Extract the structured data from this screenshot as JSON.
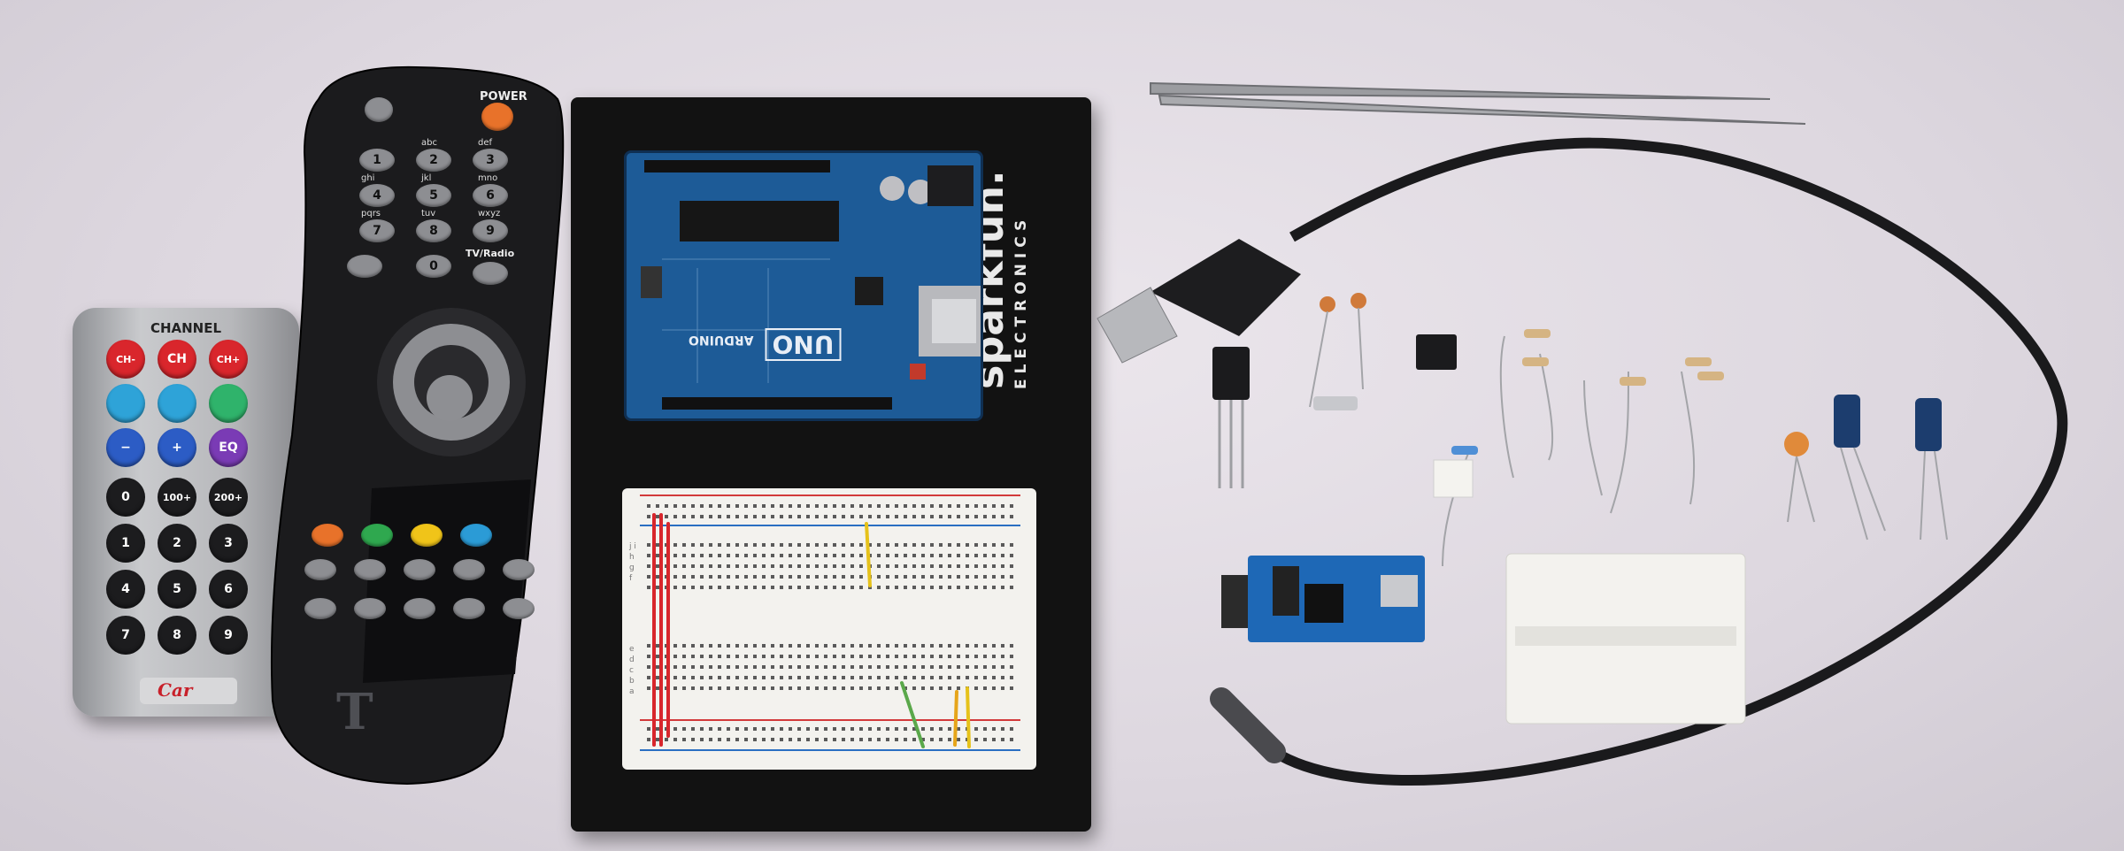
{
  "small_remote": {
    "channel_label": "CHANNEL",
    "row1": [
      "CH-",
      "CH",
      "CH+"
    ],
    "row1_colors": [
      "#d9262c",
      "#d9262c",
      "#d9262c"
    ],
    "row2_colors": [
      "#2ea3d8",
      "#2ea3d8",
      "#2fb36b"
    ],
    "row3": [
      "−",
      "+",
      "EQ"
    ],
    "row3_colors": [
      "#2c5cc5",
      "#2c5cc5",
      "#7a3bb5"
    ],
    "digits": [
      "0",
      "100+",
      "200+",
      "1",
      "2",
      "3",
      "4",
      "5",
      "6",
      "7",
      "8",
      "9"
    ],
    "brand": "Car"
  },
  "tv_remote": {
    "power_label": "POWER",
    "keys": [
      "1",
      "2",
      "3",
      "4",
      "5",
      "6",
      "7",
      "8",
      "9",
      "0"
    ],
    "letters": [
      "abc",
      "def",
      "ghi",
      "jkl",
      "mno",
      "pqrs",
      "tuv",
      "wxyz"
    ],
    "tv_radio_label": "TV/Radio",
    "color_keys": [
      "#e8722a",
      "#2fa84f",
      "#f0c419",
      "#2b9bd6"
    ],
    "logo_glyph": "T"
  },
  "board": {
    "brand": "sparkfun.",
    "brand_sub": "ELECTRONICS",
    "arduino_model": "UNO",
    "arduino_label": "ARDUINO",
    "breadboard_rows_top": "j i h g f",
    "breadboard_rows_bottom": "e d c b a"
  },
  "colors": {
    "arduino_blue": "#1d5b97",
    "board_black": "#121212",
    "breadboard": "#f3f2ee",
    "ftdi_blue": "#1e68b6"
  }
}
